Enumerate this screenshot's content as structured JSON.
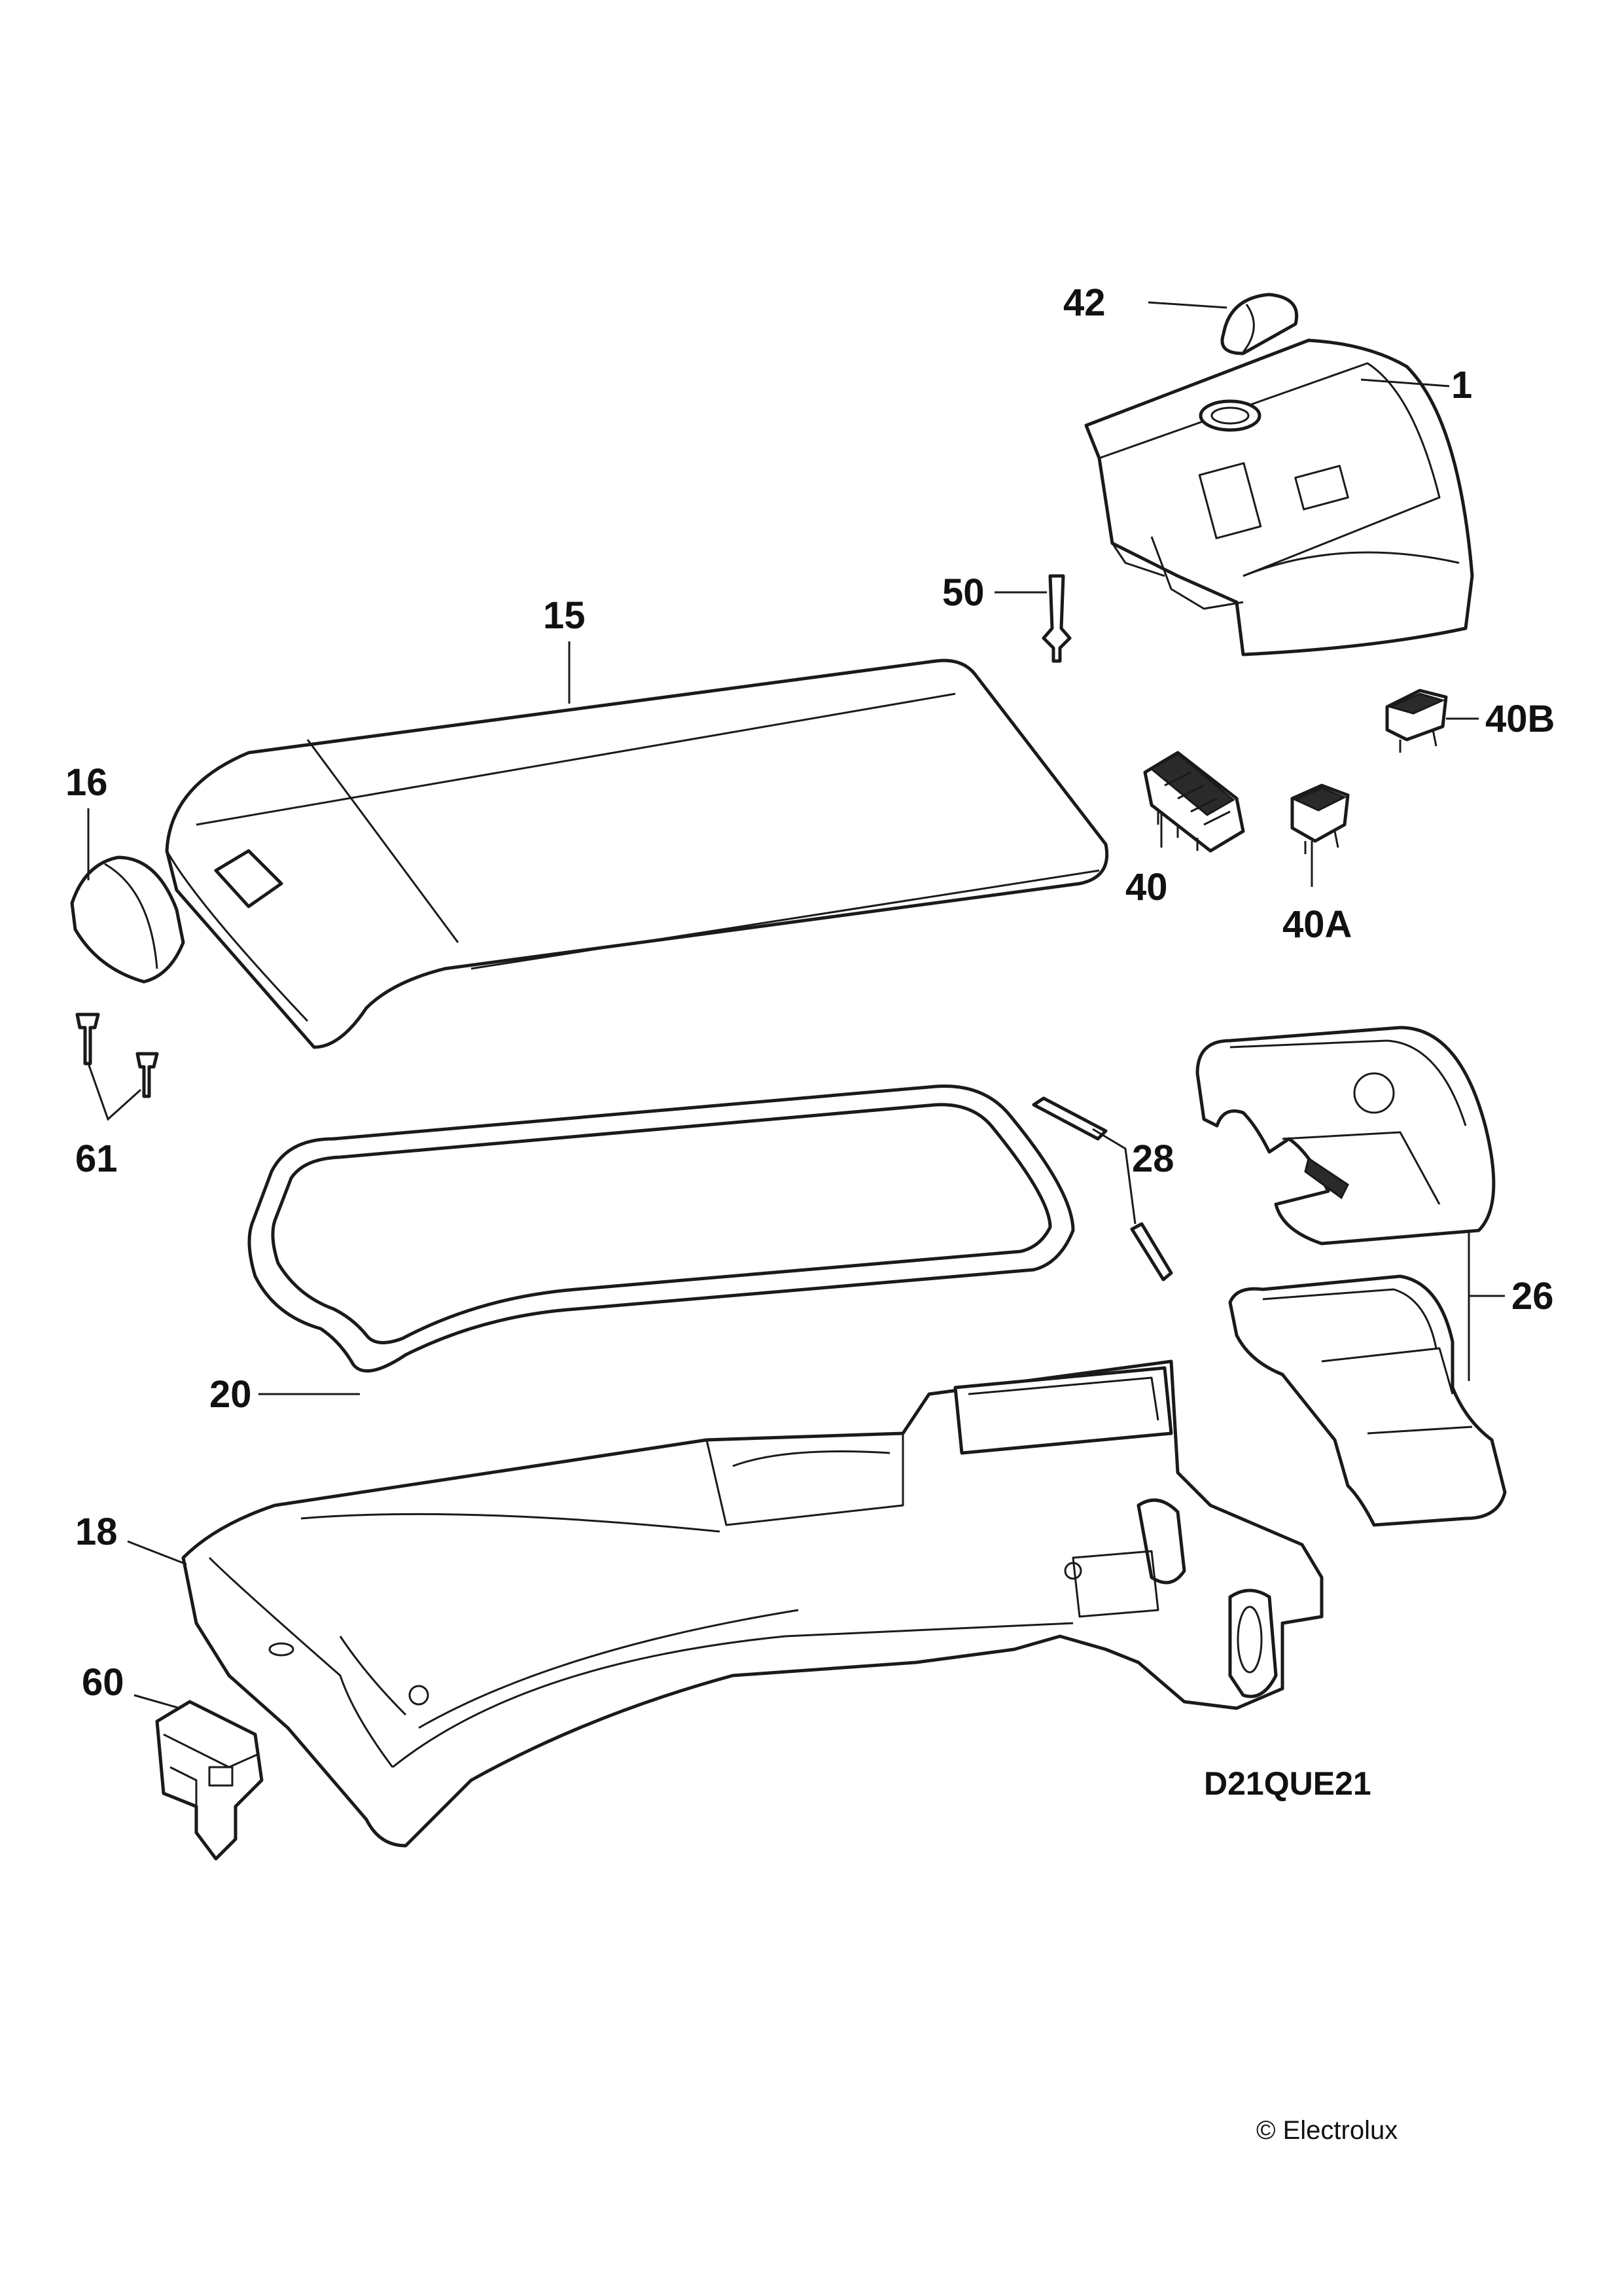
{
  "diagram": {
    "drawing_code": "D21QUE21",
    "copyright": "© Electrolux",
    "callouts": {
      "p1": "1",
      "p15": "15",
      "p16": "16",
      "p18": "18",
      "p20": "20",
      "p26": "26",
      "p28": "28",
      "p40": "40",
      "p40a": "40A",
      "p40b": "40B",
      "p42": "42",
      "p50": "50",
      "p60": "60",
      "p61": "61"
    }
  }
}
